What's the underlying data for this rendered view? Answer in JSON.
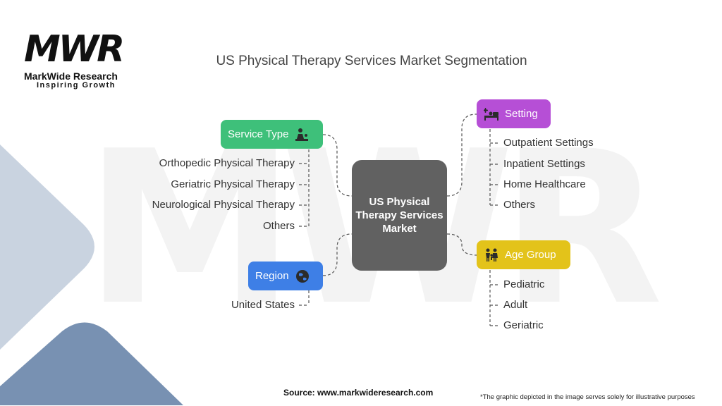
{
  "logo": {
    "mark": "MWR",
    "name": "MarkWide Research",
    "tagline": "Inspiring Growth"
  },
  "title": "US Physical Therapy Services Market Segmentation",
  "center": {
    "label": "US Physical Therapy Services Market"
  },
  "categories": {
    "service_type": {
      "label": "Service Type",
      "color": "#3ec07a",
      "icon": "therapist-icon",
      "items": [
        "Orthopedic Physical Therapy",
        "Geriatric Physical Therapy",
        "Neurological Physical Therapy",
        "Others"
      ]
    },
    "region": {
      "label": "Region",
      "color": "#3e7fe6",
      "icon": "globe-icon",
      "items": [
        "United States"
      ]
    },
    "setting": {
      "label": "Setting",
      "color": "#b64fd6",
      "icon": "hospital-bed-icon",
      "items": [
        "Outpatient Settings",
        "Inpatient Settings",
        "Home Healthcare",
        "Others"
      ]
    },
    "age_group": {
      "label": "Age Group",
      "color": "#e3c31a",
      "icon": "family-icon",
      "items": [
        "Pediatric",
        "Adult",
        "Geriatric"
      ]
    }
  },
  "footer": {
    "source": "Source: www.markwideresearch.com",
    "note": "*The graphic depicted in the image serves solely for illustrative purposes"
  }
}
